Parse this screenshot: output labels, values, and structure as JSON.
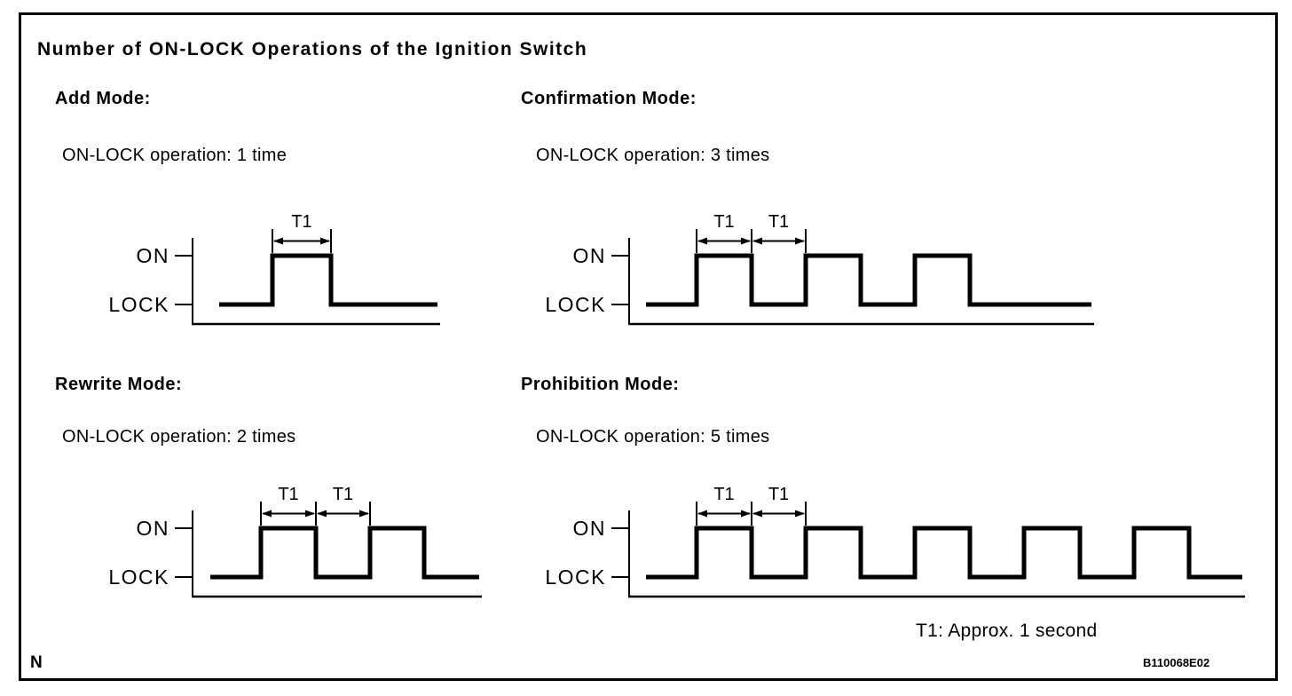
{
  "title": "Number of ON-LOCK Operations of the Ignition Switch",
  "waveform": {
    "high_label": "ON",
    "low_label": "LOCK",
    "t1_label": "T1"
  },
  "panels": [
    {
      "id": "add",
      "heading": "Add Mode:",
      "operation": "ON-LOCK operation: 1 time",
      "pulses": 1,
      "t1_markers": 1
    },
    {
      "id": "confirmation",
      "heading": "Confirmation Mode:",
      "operation": "ON-LOCK operation: 3 times",
      "pulses": 3,
      "t1_markers": 2
    },
    {
      "id": "rewrite",
      "heading": "Rewrite Mode:",
      "operation": "ON-LOCK operation: 2 times",
      "pulses": 2,
      "t1_markers": 2
    },
    {
      "id": "prohibition",
      "heading": "Prohibition Mode:",
      "operation": "ON-LOCK operation: 5 times",
      "pulses": 5,
      "t1_markers": 2
    }
  ],
  "footnote": "T1: Approx. 1 second",
  "page_marker": "N",
  "figure_code": "B110068E02",
  "colors": {
    "ink": "#000000",
    "background": "#ffffff"
  }
}
